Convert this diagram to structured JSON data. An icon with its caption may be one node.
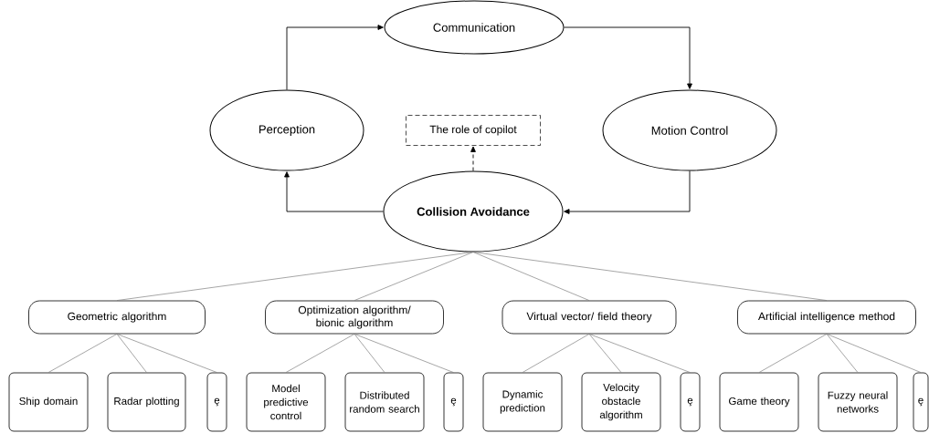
{
  "diagram": {
    "nodes": [
      {
        "text": [
          "Communication"
        ]
      },
      {
        "text": [
          "Perception"
        ]
      },
      {
        "text": [
          "The role of copilot"
        ]
      },
      {
        "text": [
          "Motion Control"
        ]
      },
      {
        "text": [
          "Collision Avoidance"
        ]
      },
      {
        "text": [
          "Geometric algorithm"
        ]
      },
      {
        "text": [
          "Optimization algorithm/ bionic algorithm"
        ]
      },
      {
        "text": [
          "Virtual vector/ field theory"
        ]
      },
      {
        "text": [
          "Artificial intelligence method"
        ]
      },
      {
        "text": [
          "Ship domain"
        ]
      },
      {
        "text": [
          "Radar plotting"
        ]
      },
      {
        "text": [
          "ȩ"
        ]
      },
      {
        "text": [
          "Model predictive control"
        ]
      },
      {
        "text": [
          "Distributed random search"
        ]
      },
      {
        "text": [
          "ȩ"
        ]
      },
      {
        "text": [
          "Dynamic prediction"
        ]
      },
      {
        "text": [
          "Velocity obstacle algorithm"
        ]
      },
      {
        "text": [
          "ȩ"
        ]
      },
      {
        "text": [
          "Game theory"
        ]
      },
      {
        "text": [
          "Fuzzy neural networks"
        ]
      },
      {
        "text": [
          "ȩ"
        ]
      }
    ],
    "edges": [
      {
        "from": 1,
        "to": 0,
        "arrow": "to",
        "color": "#000000"
      },
      {
        "from": 0,
        "to": 3,
        "arrow": "to",
        "color": "#000000"
      },
      {
        "from": 3,
        "to": 4,
        "arrow": "to",
        "color": "#000000"
      },
      {
        "from": 4,
        "to": 1,
        "arrow": "to",
        "color": "#000000"
      },
      {
        "from": 4,
        "to": 2,
        "arrow": "to",
        "style": "dashed",
        "color": "#000000"
      },
      {
        "from": 4,
        "to": 5,
        "arrow": "none"
      },
      {
        "from": 4,
        "to": 6,
        "arrow": "none"
      },
      {
        "from": 4,
        "to": 7,
        "arrow": "none"
      },
      {
        "from": 4,
        "to": 8,
        "arrow": "none"
      },
      {
        "from": 5,
        "to": 9,
        "arrow": "none"
      },
      {
        "from": 5,
        "to": 10,
        "arrow": "none"
      },
      {
        "from": 5,
        "to": 11,
        "arrow": "none"
      },
      {
        "from": 6,
        "to": 12,
        "arrow": "none"
      },
      {
        "from": 6,
        "to": 13,
        "arrow": "none"
      },
      {
        "from": 6,
        "to": 14,
        "arrow": "none"
      },
      {
        "from": 7,
        "to": 15,
        "arrow": "none"
      },
      {
        "from": 7,
        "to": 16,
        "arrow": "none"
      },
      {
        "from": 7,
        "to": 17,
        "arrow": "none"
      },
      {
        "from": 8,
        "to": 18,
        "arrow": "none"
      },
      {
        "from": 8,
        "to": 19,
        "arrow": "none"
      },
      {
        "from": 8,
        "to": 20,
        "arrow": "none"
      }
    ]
  }
}
